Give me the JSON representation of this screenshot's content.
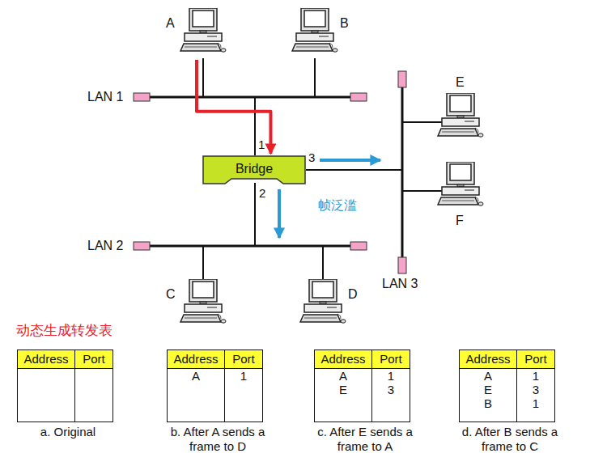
{
  "diagram": {
    "nodes": [
      {
        "text": [
          "A"
        ]
      },
      {
        "text": [
          "B"
        ]
      },
      {
        "text": [
          "E"
        ]
      },
      {
        "text": [
          "Bridge"
        ]
      },
      {
        "text": [
          "F"
        ]
      },
      {
        "text": [
          "C"
        ]
      },
      {
        "text": [
          "D"
        ]
      },
      {
        "text": [
          "Address",
          "Port",
          "a. Original"
        ]
      },
      {
        "text": [
          "Address",
          "Port",
          "A",
          "1",
          "b. After A sends a frame to D"
        ]
      },
      {
        "text": [
          "Address",
          "Port",
          "A",
          "1",
          "E",
          "3",
          "c. After E sends a frame to A"
        ]
      },
      {
        "text": [
          "Address",
          "Port",
          "A",
          "1",
          "E",
          "3",
          "B",
          "1",
          "d. After B sends a frame to C"
        ]
      }
    ],
    "edges": [
      {
        "from": 0,
        "to": 3,
        "arrow": "to"
      }
    ],
    "labels": [
      "LAN 1",
      "1",
      "3",
      "2",
      "帧泛滥",
      "LAN 2",
      "LAN 3",
      "动态生成转发表"
    ]
  }
}
